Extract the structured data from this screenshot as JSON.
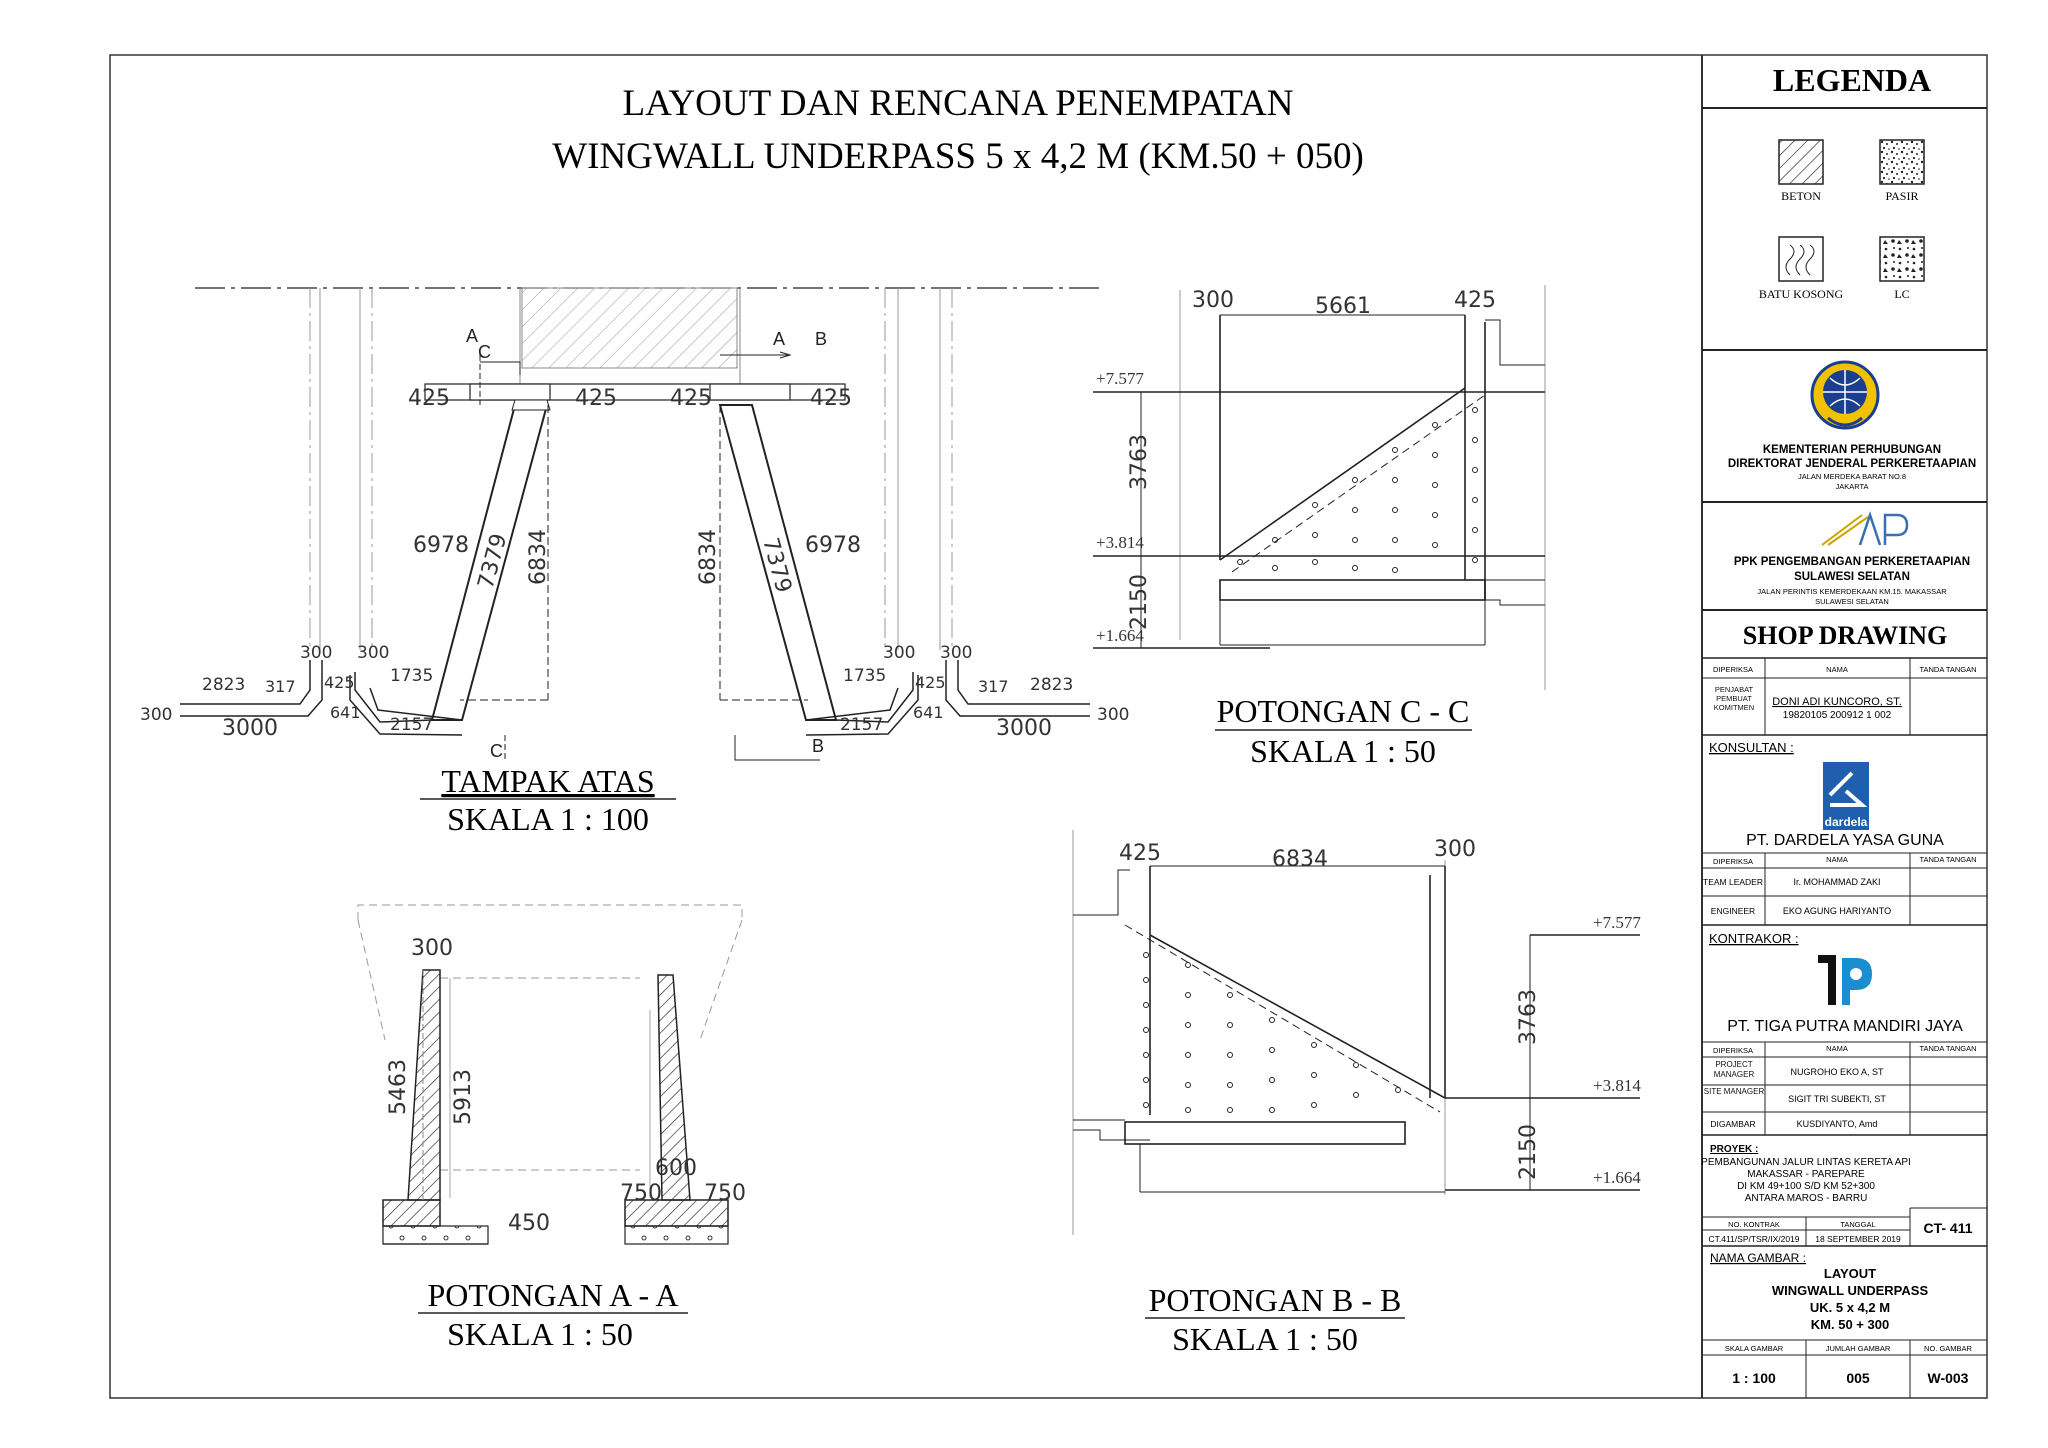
{
  "title": {
    "line1": "LAYOUT  DAN RENCANA PENEMPATAN",
    "line2": "WINGWALL UNDERPASS 5 x 4,2 M (KM.50 + 050)"
  },
  "views": {
    "tampak_atas": {
      "name": "TAMPAK ATAS",
      "scale": "SKALA 1 : 100",
      "dims": {
        "d425": "425",
        "d6978": "6978",
        "d7379": "7379",
        "d6834": "6834",
        "d300": "300",
        "d2823": "2823",
        "d317": "317",
        "d1735": "1735",
        "d641": "641",
        "d2157": "2157",
        "d3000": "3000"
      },
      "section_marks": {
        "a": "A",
        "b": "B",
        "c": "C"
      }
    },
    "potongan_cc": {
      "name": "POTONGAN C - C",
      "scale": "SKALA 1 : 50",
      "dims": {
        "d300": "300",
        "d5661": "5661",
        "d425": "425",
        "d3763": "3763",
        "d2150": "2150"
      },
      "levels": {
        "top": "+7.577",
        "mid": "+3.814",
        "bottom": "+1.664"
      }
    },
    "potongan_bb": {
      "name": "POTONGAN B - B",
      "scale": "SKALA 1 : 50",
      "dims": {
        "d425": "425",
        "d6834": "6834",
        "d300": "300",
        "d3763": "3763",
        "d2150": "2150"
      },
      "levels": {
        "top": "+7.577",
        "mid": "+3.814",
        "bottom": "+1.664"
      }
    },
    "potongan_aa": {
      "name": "POTONGAN A - A",
      "scale": "SKALA 1 : 50",
      "dims": {
        "d300": "300",
        "d5463": "5463",
        "d5913": "5913",
        "d450": "450",
        "d600": "600",
        "d750a": "750",
        "d750b": "750"
      }
    }
  },
  "title_block": {
    "legenda": {
      "title": "LEGENDA",
      "items": [
        "BETON",
        "PASIR",
        "BATU KOSONG",
        "LC"
      ]
    },
    "ministry": {
      "line1": "KEMENTERIAN PERHUBUNGAN",
      "line2": "DIREKTORAT JENDERAL PERKERETAAPIAN",
      "line3": "JALAN MERDEKA BARAT NO.8",
      "line4": "JAKARTA"
    },
    "ppk": {
      "line1": "PPK PENGEMBANGAN PERKERETAAPIAN",
      "line2": "SULAWESI SELATAN",
      "line3": "JALAN PERINTIS KEMERDEKAAN KM.15. MAKASSAR",
      "line4": "SULAWESI SELATAN"
    },
    "shop_drawing": {
      "title": "SHOP DRAWING",
      "col_diperiksa": "DIPERIKSA",
      "col_nama": "NAMA",
      "col_ttd": "TANDA TANGAN",
      "role": "PENJABAT PEMBUAT KOMITMEN",
      "name_line1": "DONI ADI KUNCORO, ST.",
      "name_line2": "19820105 200912 1 002"
    },
    "konsultan": {
      "label": "KONSULTAN :",
      "logo_text": "dardela",
      "company": "PT. DARDELA YASA GUNA",
      "col_diperiksa": "DIPERIKSA",
      "col_nama": "NAMA",
      "col_ttd": "TANDA TANGAN",
      "rows": [
        {
          "role": "TEAM LEADER",
          "name": "Ir. MOHAMMAD ZAKI"
        },
        {
          "role": "ENGINEER",
          "name": "EKO AGUNG HARIYANTO"
        }
      ]
    },
    "kontraktor": {
      "label": "KONTRAKOR :",
      "company": "PT. TIGA PUTRA MANDIRI JAYA",
      "col_diperiksa": "DIPERIKSA",
      "col_nama": "NAMA",
      "col_ttd": "TANDA TANGAN",
      "rows": [
        {
          "role": "PROJECT MANAGER",
          "name": "NUGROHO EKO A, ST"
        },
        {
          "role": "SITE MANAGER",
          "name": "SIGIT TRI SUBEKTI, ST"
        },
        {
          "role": "DIGAMBAR",
          "name": "KUSDIYANTO, Amd"
        }
      ]
    },
    "proyek": {
      "label": "PROYEK :",
      "line1": "PEMBANGUNAN JALUR LINTAS KERETA API",
      "line2": "MAKASSAR - PAREPARE",
      "line3": "DI KM 49+100 S/D KM 52+300",
      "line4": "ANTARA MAROS - BARRU"
    },
    "kontrak": {
      "no_label": "NO. KONTRAK",
      "no_value": "CT.411/SP/TSR/IX/2019",
      "tanggal_label": "TANGGAL",
      "tanggal_value": "18 SEPTEMBER 2019",
      "code": "CT- 411"
    },
    "nama_gambar": {
      "label": "NAMA GAMBAR :",
      "line1": "LAYOUT",
      "line2": "WINGWALL UNDERPASS",
      "line3": "UK. 5 x 4,2 M",
      "line4": "KM. 50 + 300"
    },
    "footer": {
      "skala_label": "SKALA GAMBAR",
      "skala_value": "1 : 100",
      "jumlah_label": "JUMLAH  GAMBAR",
      "jumlah_value": "005",
      "no_label": "NO. GAMBAR",
      "no_value": "W-003"
    }
  }
}
